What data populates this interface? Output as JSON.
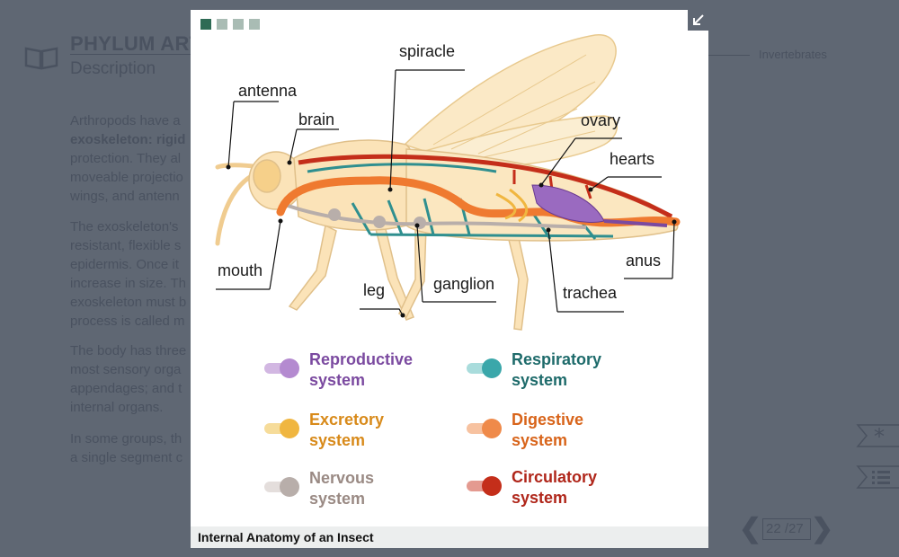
{
  "background": {
    "title": "PHYLUM ART",
    "subtitle": "Description",
    "breadcrumb": "Invertebrates",
    "paragraphs": [
      [
        "Arthropods have a",
        "exoskeleton: rigid",
        "protection. They al",
        "moveable projectio",
        "wings, and antenn"
      ],
      [
        "The exoskeleton's",
        "resistant, flexible s",
        "epidermis. Once it",
        "increase in size. Th",
        "exoskeleton must b",
        "process is called m"
      ],
      [
        "The body has three",
        "most sensory orga",
        "appendages; and t",
        "internal organs."
      ],
      [
        "In some groups, th",
        "a single segment c"
      ]
    ],
    "pager": {
      "current": "22",
      "total": "/27"
    }
  },
  "modal": {
    "caption": "Internal Anatomy of an Insect",
    "labels": {
      "antenna": "antenna",
      "brain": "brain",
      "spiracle": "spiracle",
      "ovary": "ovary",
      "hearts": "hearts",
      "mouth": "mouth",
      "leg": "leg",
      "ganglion": "ganglion",
      "trachea": "trachea",
      "anus": "anus"
    },
    "legend": [
      {
        "line1": "Reproductive",
        "line2": "system",
        "color": "#7b4aa0",
        "light": "#d2b7e2",
        "dot": "#b48ad0"
      },
      {
        "line1": "Respiratory",
        "line2": "system",
        "color": "#1e6b6b",
        "light": "#a9dcdc",
        "dot": "#3aa7aa"
      },
      {
        "line1": "Excretory",
        "line2": "system",
        "color": "#d88a1a",
        "light": "#f6dc9a",
        "dot": "#f0b640"
      },
      {
        "line1": "Digestive",
        "line2": "system",
        "color": "#d8641a",
        "light": "#f7c2a0",
        "dot": "#ef8a4a"
      },
      {
        "line1": "Nervous",
        "line2": "system",
        "color": "#9a8a84",
        "light": "#e4dedc",
        "dot": "#b8aeaa"
      },
      {
        "line1": "Circulatory",
        "line2": "system",
        "color": "#b0261a",
        "light": "#e49a90",
        "dot": "#c42e1a"
      }
    ],
    "page_dots": [
      "#2e6b55",
      "#a9bcb4",
      "#a9bcb4",
      "#a9bcb4"
    ]
  }
}
